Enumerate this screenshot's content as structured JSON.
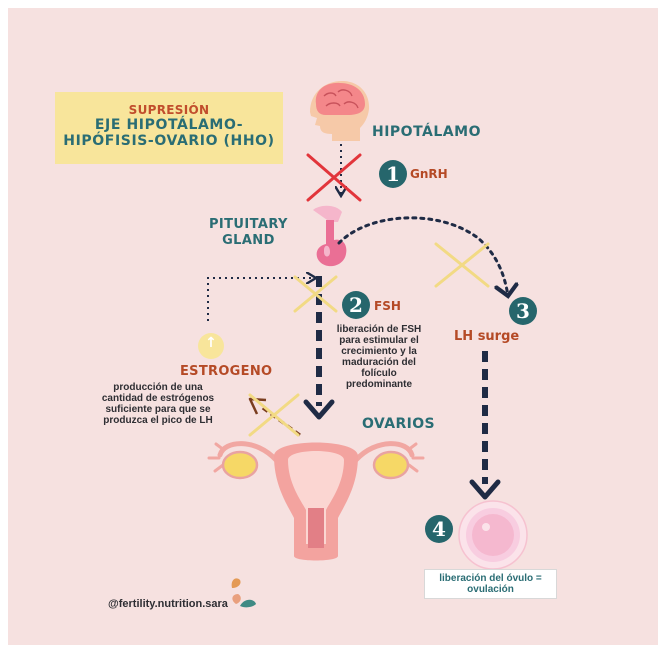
{
  "title": {
    "subtitle": "SUPRESIÓN",
    "line1": "EJE HIPOTÁLAMO-",
    "line2": "HIPÓFISIS-OVARIO (HHO)"
  },
  "nodes": {
    "hypothalamus": "HIPOTÁLAMO",
    "pituitary_line1": "PITUITARY",
    "pituitary_line2": "GLAND",
    "ovaries": "OVARIOS",
    "estrogen": "ESTROGENO",
    "lh_surge": "LH surge"
  },
  "steps": [
    {
      "number": "1",
      "label": "GnRH"
    },
    {
      "number": "2",
      "label": "FSH"
    },
    {
      "number": "3",
      "label": ""
    },
    {
      "number": "4",
      "label": ""
    }
  ],
  "descriptions": {
    "fsh": [
      "liberación de FSH",
      "para estimular el",
      "crecimiento y la",
      "maduración del",
      "folículo",
      "predominante"
    ],
    "estrogen": [
      "producción de una",
      "cantidad de estrógenos",
      "suficiente para que se",
      "produzca el pico de LH"
    ],
    "ovulation": [
      "liberación del óvulo =",
      "ovulación"
    ]
  },
  "estrogen_indicator": "↑",
  "handle": "@fertility.nutrition.sara",
  "colors": {
    "background": "#f6e1e0",
    "title_box": "#f8e59b",
    "teal": "#2a6d74",
    "rust": "#b54a26",
    "arrow": "#1f2b45",
    "suppression_x": "#f2da84",
    "blocked_x": "#e2353b"
  }
}
